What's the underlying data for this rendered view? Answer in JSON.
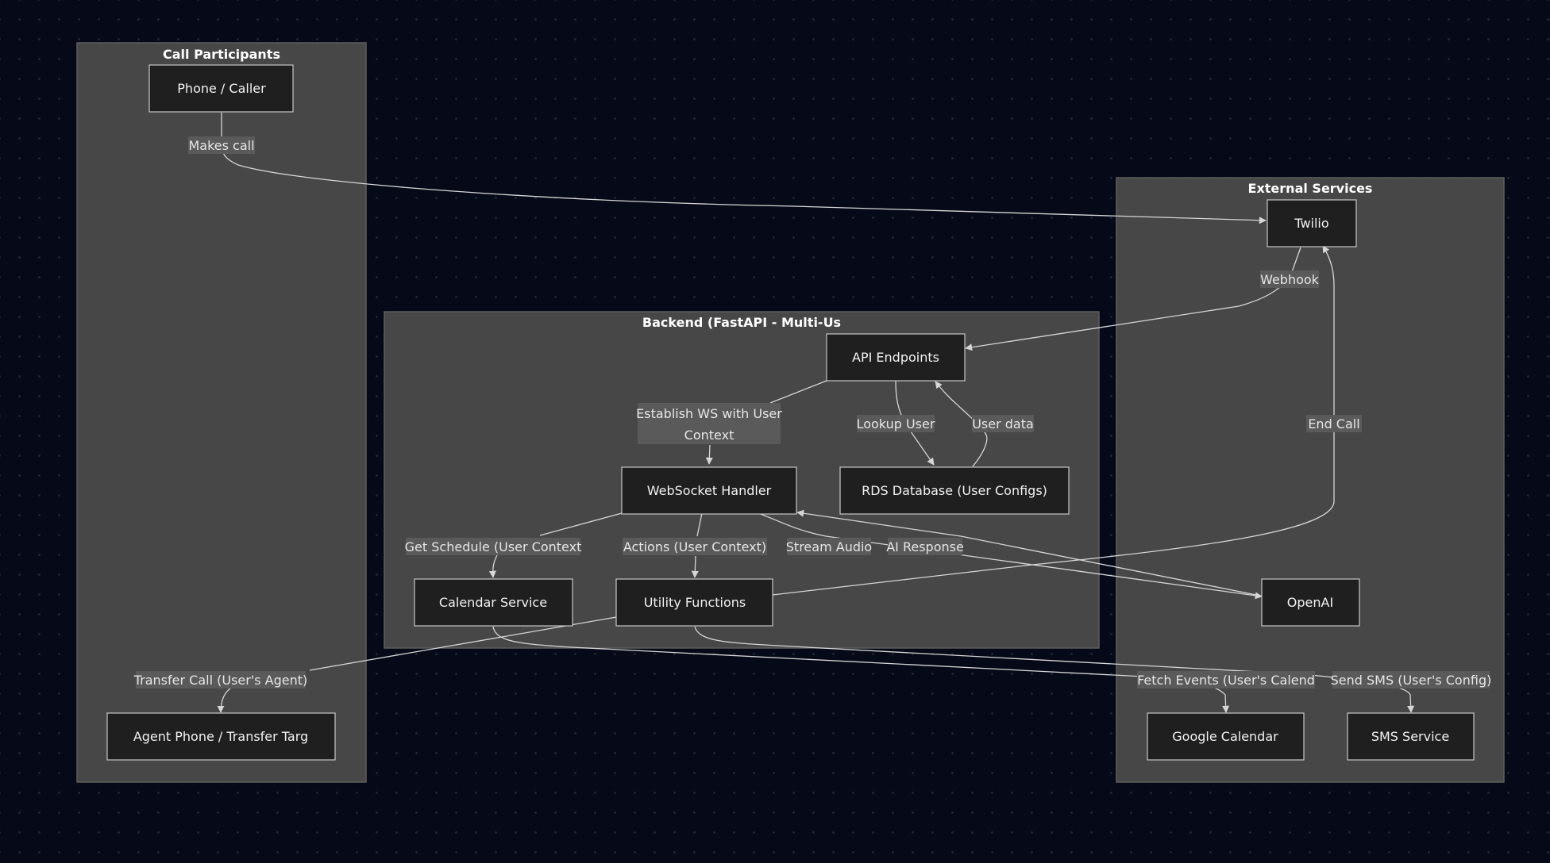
{
  "groups": {
    "participants": "Call Participants",
    "backend": "Backend (FastAPI - Multi-Us",
    "external": "External Services"
  },
  "nodes": {
    "phone": "Phone / Caller",
    "agent": "Agent Phone / Transfer Targ",
    "api": "API Endpoints",
    "ws": "WebSocket Handler",
    "rds": "RDS Database (User Configs)",
    "calendar": "Calendar Service",
    "utility": "Utility Functions",
    "twilio": "Twilio",
    "openai": "OpenAI",
    "gcal": "Google Calendar",
    "sms": "SMS Service"
  },
  "edges": {
    "makes_call": "Makes call",
    "webhook": "Webhook",
    "establish_ws_1": "Establish WS with User",
    "establish_ws_2": "Context",
    "lookup_user": "Lookup User",
    "user_data": "User data",
    "get_schedule": "Get Schedule (User Context",
    "actions": "Actions (User Context)",
    "stream_audio": "Stream Audio",
    "ai_response": "AI Response",
    "end_call": "End Call",
    "transfer_call": "Transfer Call (User's Agent)",
    "fetch_events": "Fetch Events (User's Calend",
    "send_sms": "Send SMS (User's Config)"
  },
  "colors": {
    "background": "#060a18",
    "group_fill": "#474747",
    "node_fill": "#1f1f1f",
    "node_stroke": "#c8c8c8",
    "edge": "#d6d6d6",
    "label_bg": "#5a5a5a"
  }
}
